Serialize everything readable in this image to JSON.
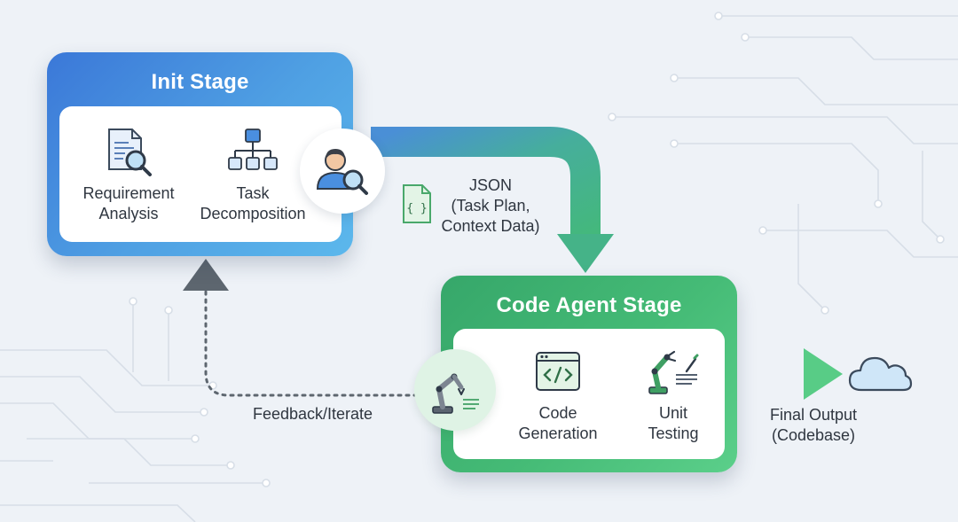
{
  "init_stage": {
    "title": "Init Stage",
    "nodes": [
      {
        "label": "Requirement\nAnalysis",
        "icon": "document-search-icon"
      },
      {
        "label": "Task\nDecomposition",
        "icon": "hierarchy-icon"
      }
    ],
    "badge_icon": "analyst-search-icon"
  },
  "code_stage": {
    "title": "Code Agent Stage",
    "nodes": [
      {
        "label": "Code\nGeneration",
        "icon": "code-window-icon"
      },
      {
        "label": "Unit\nTesting",
        "icon": "robot-arm-test-icon"
      }
    ],
    "badge_icon": "robot-arm-icon"
  },
  "flows": {
    "json_label": "JSON\n(Task Plan,\nContext Data)",
    "feedback_label": "Feedback/Iterate",
    "final_label": "Final Output\n(Codebase)"
  },
  "colors": {
    "init_blue": "#3b78d8",
    "code_green": "#45bb76",
    "arrow_teal": "#4cb3a0",
    "feedback_gray": "#59626b",
    "cloud_blue": "#cfe6f8"
  }
}
